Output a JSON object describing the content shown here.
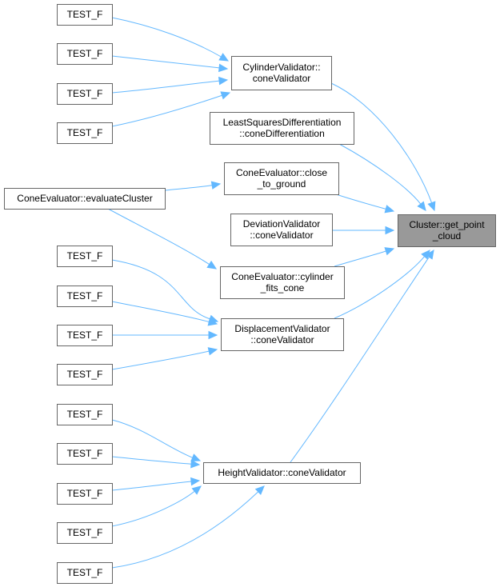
{
  "graph": {
    "title": "Caller graph of Cluster::get_point_cloud",
    "colors": {
      "edge": "#63b8ff",
      "node_border": "#666666",
      "node_fill": "#ffffff",
      "focus_fill": "#999999"
    },
    "nodes": [
      {
        "id": "target",
        "lines": [
          "Cluster::get_point",
          "_cloud"
        ],
        "focus": true
      },
      {
        "id": "cyl",
        "lines": [
          "CylinderValidator::",
          "coneValidator"
        ]
      },
      {
        "id": "lsd",
        "lines": [
          "LeastSquaresDifferentiation",
          "::coneDifferentiation"
        ]
      },
      {
        "id": "ctg",
        "lines": [
          "ConeEvaluator::close",
          "_to_ground"
        ]
      },
      {
        "id": "dev",
        "lines": [
          "DeviationValidator",
          "::coneValidator"
        ]
      },
      {
        "id": "cfc",
        "lines": [
          "ConeEvaluator::cylinder",
          "_fits_cone"
        ]
      },
      {
        "id": "disp",
        "lines": [
          "DisplacementValidator",
          "::coneValidator"
        ]
      },
      {
        "id": "hgt",
        "lines": [
          "HeightValidator::coneValidator"
        ]
      },
      {
        "id": "eval",
        "lines": [
          "ConeEvaluator::evaluateCluster"
        ]
      },
      {
        "id": "t1",
        "lines": [
          "TEST_F"
        ]
      },
      {
        "id": "t2",
        "lines": [
          "TEST_F"
        ]
      },
      {
        "id": "t3",
        "lines": [
          "TEST_F"
        ]
      },
      {
        "id": "t4",
        "lines": [
          "TEST_F"
        ]
      },
      {
        "id": "t5",
        "lines": [
          "TEST_F"
        ]
      },
      {
        "id": "t6",
        "lines": [
          "TEST_F"
        ]
      },
      {
        "id": "t7",
        "lines": [
          "TEST_F"
        ]
      },
      {
        "id": "t8",
        "lines": [
          "TEST_F"
        ]
      },
      {
        "id": "t9",
        "lines": [
          "TEST_F"
        ]
      },
      {
        "id": "t10",
        "lines": [
          "TEST_F"
        ]
      },
      {
        "id": "t11",
        "lines": [
          "TEST_F"
        ]
      },
      {
        "id": "t12",
        "lines": [
          "TEST_F"
        ]
      },
      {
        "id": "t13",
        "lines": [
          "TEST_F"
        ]
      }
    ],
    "edges": [
      {
        "from": "cyl",
        "to": "target"
      },
      {
        "from": "lsd",
        "to": "target"
      },
      {
        "from": "ctg",
        "to": "target"
      },
      {
        "from": "dev",
        "to": "target"
      },
      {
        "from": "cfc",
        "to": "target"
      },
      {
        "from": "disp",
        "to": "target"
      },
      {
        "from": "hgt",
        "to": "target"
      },
      {
        "from": "t1",
        "to": "cyl"
      },
      {
        "from": "t2",
        "to": "cyl"
      },
      {
        "from": "t3",
        "to": "cyl"
      },
      {
        "from": "t4",
        "to": "cyl"
      },
      {
        "from": "eval",
        "to": "ctg"
      },
      {
        "from": "eval",
        "to": "cfc"
      },
      {
        "from": "t5",
        "to": "disp"
      },
      {
        "from": "t6",
        "to": "disp"
      },
      {
        "from": "t7",
        "to": "disp"
      },
      {
        "from": "t8",
        "to": "disp"
      },
      {
        "from": "t9",
        "to": "hgt"
      },
      {
        "from": "t10",
        "to": "hgt"
      },
      {
        "from": "t11",
        "to": "hgt"
      },
      {
        "from": "t12",
        "to": "hgt"
      },
      {
        "from": "t13",
        "to": "hgt"
      }
    ]
  }
}
